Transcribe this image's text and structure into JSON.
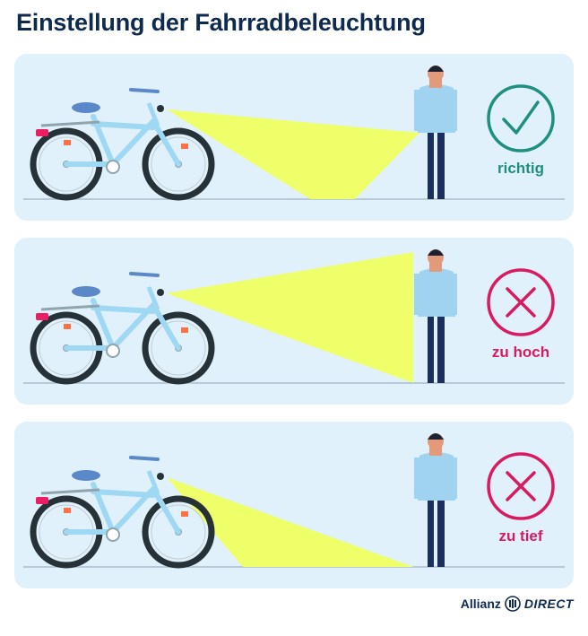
{
  "title": "Einstellung der Fahrradbeleuchtung",
  "panels": [
    {
      "label": "richtig",
      "verdict": "correct",
      "color": "#1f8f7f"
    },
    {
      "label": "zu hoch",
      "verdict": "wrong",
      "color": "#d81b60"
    },
    {
      "label": "zu tief",
      "verdict": "wrong",
      "color": "#d81b60"
    }
  ],
  "logo": {
    "left": "Allianz",
    "right": "DIRECT"
  },
  "colors": {
    "panel_bg": "#e0f1fb",
    "beam": "#eeff6a",
    "bike_frame": "#9fd8f2",
    "tire": "#263238",
    "shirt": "#9fd3ef",
    "pants": "#1b2f5e",
    "skin": "#e39a7b",
    "hair": "#1d2233",
    "title": "#0f2a4f"
  }
}
